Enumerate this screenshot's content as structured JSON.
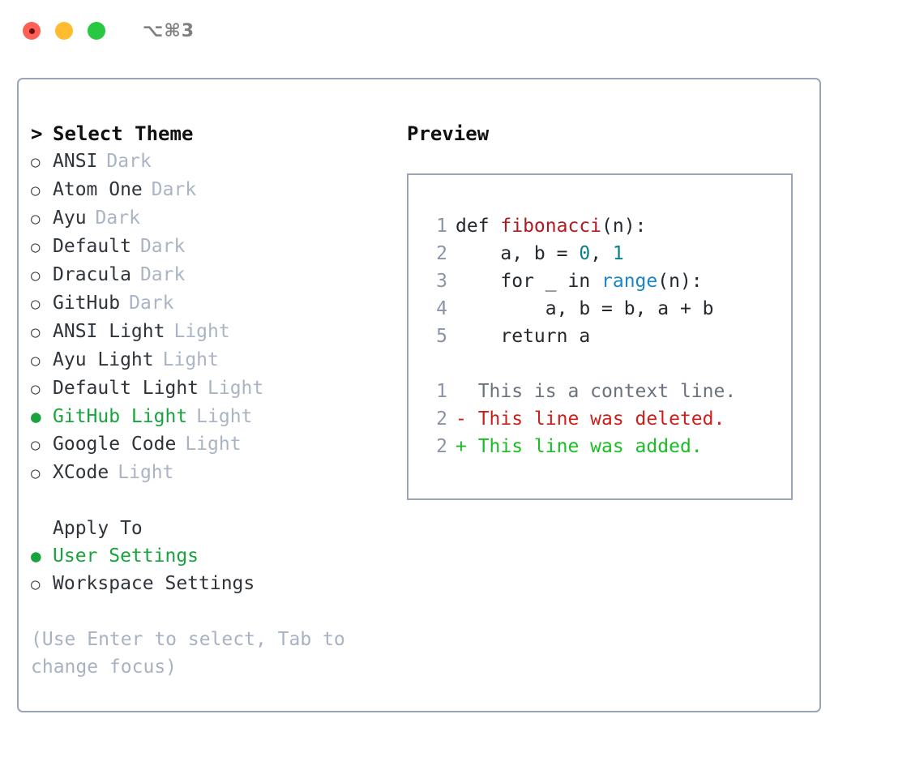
{
  "titlebar": {
    "shortcut": "⌥⌘3",
    "lights": [
      "close-red",
      "minimize-yellow",
      "maximize-green"
    ]
  },
  "theme_picker": {
    "header": {
      "marker": ">",
      "label": "Select Theme"
    },
    "bullet_unselected": "○",
    "bullet_selected": "●",
    "items": [
      {
        "label": "ANSI",
        "kind": "Dark",
        "selected": false
      },
      {
        "label": "Atom One",
        "kind": "Dark",
        "selected": false
      },
      {
        "label": "Ayu",
        "kind": "Dark",
        "selected": false
      },
      {
        "label": "Default",
        "kind": "Dark",
        "selected": false
      },
      {
        "label": "Dracula",
        "kind": "Dark",
        "selected": false
      },
      {
        "label": "GitHub",
        "kind": "Dark",
        "selected": false
      },
      {
        "label": "ANSI Light",
        "kind": "Light",
        "selected": false
      },
      {
        "label": "Ayu Light",
        "kind": "Light",
        "selected": false
      },
      {
        "label": "Default Light",
        "kind": "Light",
        "selected": false
      },
      {
        "label": "GitHub Light",
        "kind": "Light",
        "selected": true
      },
      {
        "label": "Google Code",
        "kind": "Light",
        "selected": false
      },
      {
        "label": "XCode",
        "kind": "Light",
        "selected": false
      }
    ]
  },
  "apply_to": {
    "header": "Apply To",
    "options": [
      {
        "label": "User Settings",
        "selected": true
      },
      {
        "label": "Workspace Settings",
        "selected": false
      }
    ]
  },
  "hint": "(Use Enter to select, Tab to change focus)",
  "preview": {
    "title": "Preview",
    "code_lines": [
      {
        "num": "1",
        "tokens": [
          {
            "t": "def ",
            "c": "plain"
          },
          {
            "t": "fibonacci",
            "c": "fn"
          },
          {
            "t": "(n):",
            "c": "plain"
          }
        ]
      },
      {
        "num": "2",
        "tokens": [
          {
            "t": "    a, b = ",
            "c": "plain"
          },
          {
            "t": "0",
            "c": "num"
          },
          {
            "t": ", ",
            "c": "plain"
          },
          {
            "t": "1",
            "c": "num"
          }
        ]
      },
      {
        "num": "3",
        "tokens": [
          {
            "t": "    for _ in ",
            "c": "plain"
          },
          {
            "t": "range",
            "c": "call"
          },
          {
            "t": "(n):",
            "c": "plain"
          }
        ]
      },
      {
        "num": "4",
        "tokens": [
          {
            "t": "        a, b = b, a + b",
            "c": "plain"
          }
        ]
      },
      {
        "num": "5",
        "tokens": [
          {
            "t": "    return a",
            "c": "plain"
          }
        ]
      }
    ],
    "diff_lines": [
      {
        "num": "1",
        "text": "  This is a context line.",
        "kind": "context"
      },
      {
        "num": "2",
        "text": "- This line was deleted.",
        "kind": "deleted"
      },
      {
        "num": "2",
        "text": "+ This line was added.",
        "kind": "added"
      }
    ]
  },
  "colors": {
    "accent_green": "#18a33f",
    "border": "#9aa5b8",
    "muted": "#aab4c4",
    "hint": "#a8b2c2",
    "code_fn": "#b01a22",
    "code_num": "#0b7f87",
    "code_call": "#1a85c8",
    "diff_context": "#6a737d",
    "diff_deleted": "#cc1f1a",
    "diff_added": "#1bbd26",
    "light_red": "#ff5f57",
    "light_yellow": "#febc2e",
    "light_green": "#28c840"
  }
}
